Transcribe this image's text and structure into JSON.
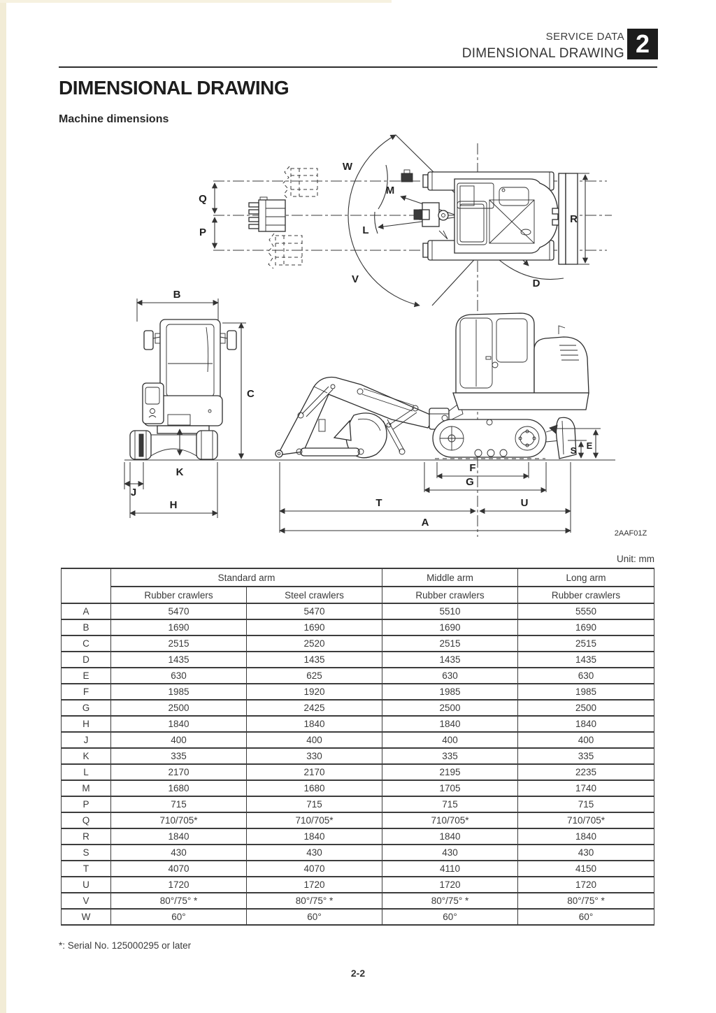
{
  "header": {
    "kicker": "SERVICE DATA",
    "title": "DIMENSIONAL DRAWING",
    "chapter_badge": "2"
  },
  "page": {
    "title": "DIMENSIONAL DRAWING",
    "subtitle": "Machine dimensions",
    "footnote": "*: Serial No. 125000295 or later",
    "page_number": "2-2"
  },
  "diagram": {
    "figure_code": "2AAF01Z",
    "labels": {
      "A": "A",
      "B": "B",
      "C": "C",
      "D": "D",
      "E": "E",
      "F": "F",
      "G": "G",
      "H": "H",
      "J": "J",
      "K": "K",
      "L": "L",
      "M": "M",
      "P": "P",
      "Q": "Q",
      "R": "R",
      "S": "S",
      "T": "T",
      "U": "U",
      "V": "V",
      "W": "W"
    }
  },
  "table": {
    "unit_note": "Unit: mm",
    "col_groups": [
      {
        "label": "Standard arm",
        "span": 2
      },
      {
        "label": "Middle arm",
        "span": 1
      },
      {
        "label": "Long arm",
        "span": 1
      }
    ],
    "col_headers": [
      "Rubber crawlers",
      "Steel crawlers",
      "Rubber crawlers",
      "Rubber crawlers"
    ],
    "rows": [
      {
        "label": "A",
        "values": [
          "5470",
          "5470",
          "5510",
          "5550"
        ]
      },
      {
        "label": "B",
        "values": [
          "1690",
          "1690",
          "1690",
          "1690"
        ]
      },
      {
        "label": "C",
        "values": [
          "2515",
          "2520",
          "2515",
          "2515"
        ]
      },
      {
        "label": "D",
        "values": [
          "1435",
          "1435",
          "1435",
          "1435"
        ]
      },
      {
        "label": "E",
        "values": [
          "630",
          "625",
          "630",
          "630"
        ]
      },
      {
        "label": "F",
        "values": [
          "1985",
          "1920",
          "1985",
          "1985"
        ]
      },
      {
        "label": "G",
        "values": [
          "2500",
          "2425",
          "2500",
          "2500"
        ]
      },
      {
        "label": "H",
        "values": [
          "1840",
          "1840",
          "1840",
          "1840"
        ]
      },
      {
        "label": "J",
        "values": [
          "400",
          "400",
          "400",
          "400"
        ]
      },
      {
        "label": "K",
        "values": [
          "335",
          "330",
          "335",
          "335"
        ]
      },
      {
        "label": "L",
        "values": [
          "2170",
          "2170",
          "2195",
          "2235"
        ]
      },
      {
        "label": "M",
        "values": [
          "1680",
          "1680",
          "1705",
          "1740"
        ]
      },
      {
        "label": "P",
        "values": [
          "715",
          "715",
          "715",
          "715"
        ]
      },
      {
        "label": "Q",
        "values": [
          "710/705*",
          "710/705*",
          "710/705*",
          "710/705*"
        ]
      },
      {
        "label": "R",
        "values": [
          "1840",
          "1840",
          "1840",
          "1840"
        ]
      },
      {
        "label": "S",
        "values": [
          "430",
          "430",
          "430",
          "430"
        ]
      },
      {
        "label": "T",
        "values": [
          "4070",
          "4070",
          "4110",
          "4150"
        ]
      },
      {
        "label": "U",
        "values": [
          "1720",
          "1720",
          "1720",
          "1720"
        ]
      },
      {
        "label": "V",
        "values": [
          "80°/75° *",
          "80°/75° *",
          "80°/75° *",
          "80°/75° *"
        ]
      },
      {
        "label": "W",
        "values": [
          "60°",
          "60°",
          "60°",
          "60°"
        ]
      }
    ]
  }
}
